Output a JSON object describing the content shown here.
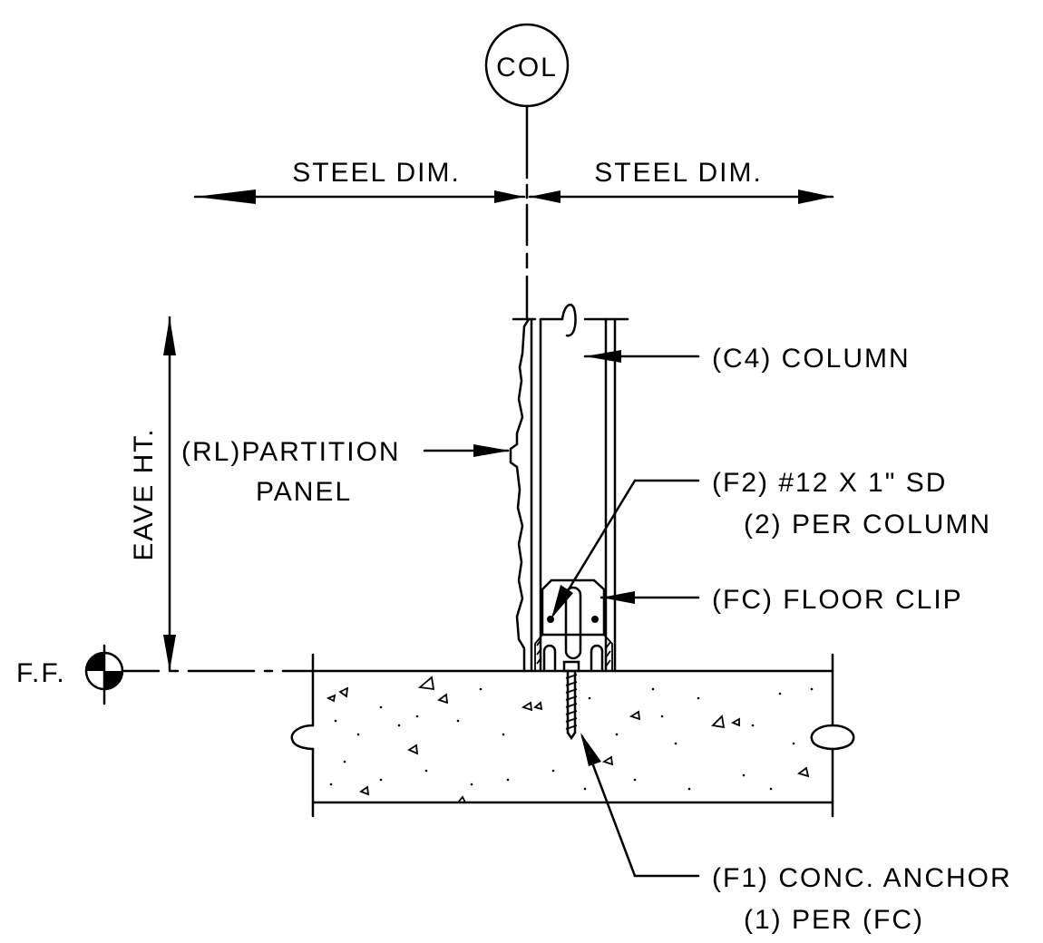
{
  "column_tag": "COL",
  "dimensions": {
    "left_label": "STEEL DIM.",
    "right_label": "STEEL DIM.",
    "vertical_label": "EAVE HT."
  },
  "floor_marker": "F.F.",
  "callouts": {
    "c4": "(C4) COLUMN",
    "rl_1": "(RL)PARTITION",
    "rl_2": "PANEL",
    "f2_1": "(F2) #12 X 1\" SD",
    "f2_2": "(2) PER COLUMN",
    "fc": "(FC) FLOOR CLIP",
    "f1_1": "(F1) CONC. ANCHOR",
    "f1_2": "(1) PER (FC)"
  }
}
